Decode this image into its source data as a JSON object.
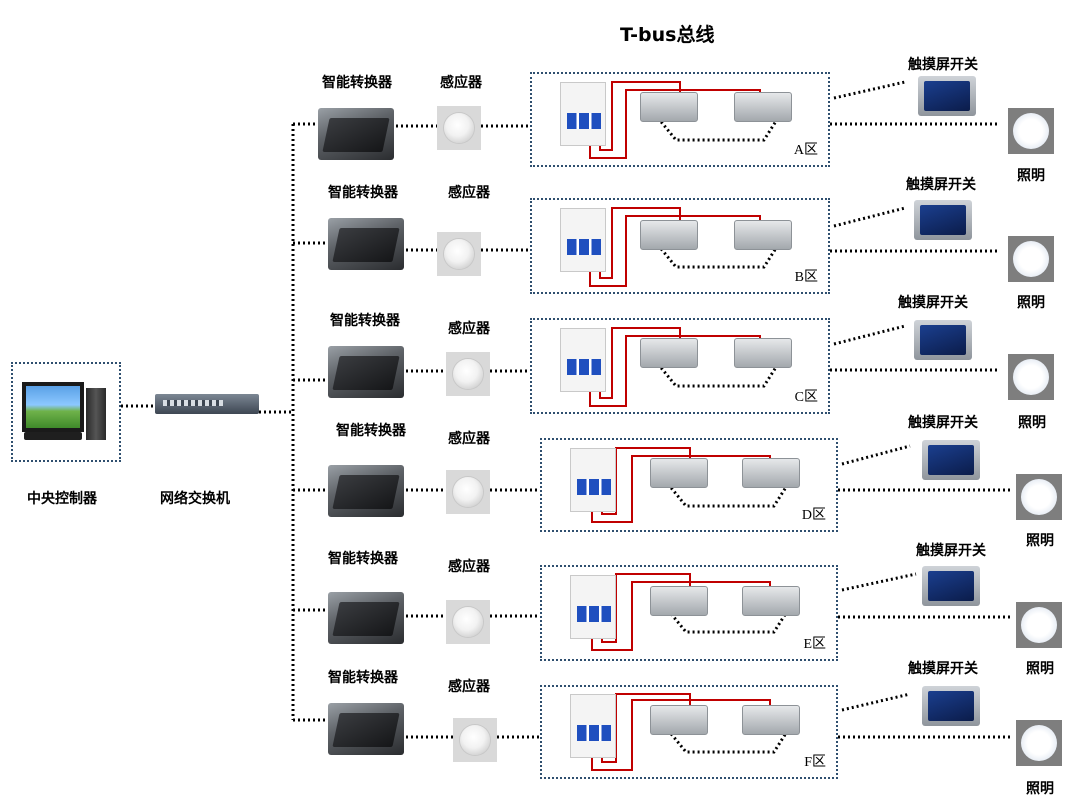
{
  "title": "T-bus总线",
  "controller_label": "中央控制器",
  "switch_label": "网络交换机",
  "converter_label": "智能转换器",
  "sensor_label": "感应器",
  "panel_label": "触摸屏开关",
  "light_label": "照明",
  "zones": [
    {
      "label": "A区"
    },
    {
      "label": "B区"
    },
    {
      "label": "C区"
    },
    {
      "label": "D区"
    },
    {
      "label": "E区"
    },
    {
      "label": "F区"
    }
  ],
  "colors": {
    "dotted_link": "#000000",
    "zone_border": "#2f4f6f",
    "power_wire": "#c00000",
    "breaker_handle": "#1f4fbf"
  }
}
